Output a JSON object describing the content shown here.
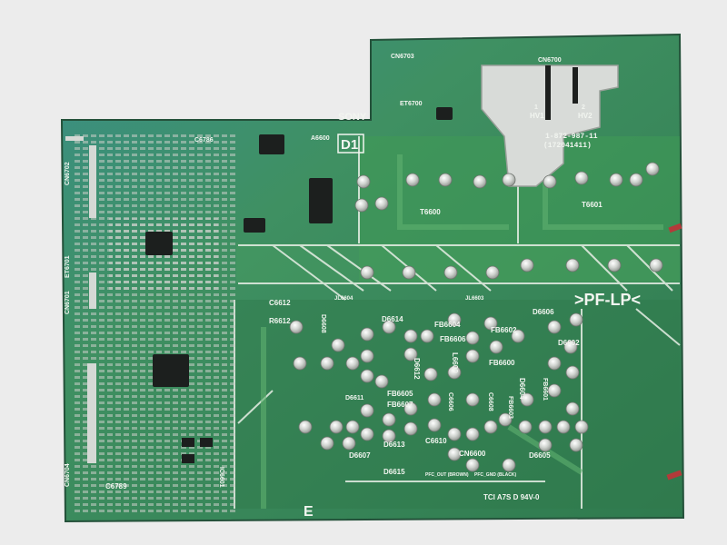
{
  "board": {
    "brand": "SONY",
    "logo": "D1",
    "part_number": "1-872-987-11",
    "part_code": "(172041411)",
    "pf_label": ">PF-LP<",
    "footer_mark": "TCI A7S D 94V-0",
    "side_letter": "E",
    "connector_labels": [
      "CN6700",
      "CN6703",
      "CN6701",
      "CN6704",
      "CN6600",
      "CN6702"
    ],
    "transformer_labels": [
      "T6600",
      "T6601"
    ],
    "hv_labels": [
      "HV1",
      "HV2"
    ],
    "hv_numbers": [
      "1",
      "2"
    ],
    "component_labels": {
      "a6600": "A6600",
      "c6612": "C6612",
      "r6612": "R6612",
      "d6614": "D6614",
      "fb6604": "FB6604",
      "fb6606": "FB6606",
      "fb6602": "FB6602",
      "d6606": "D6606",
      "fb6600": "FB6600",
      "d6604": "D6604",
      "d6612": "D6612",
      "l6600": "L6600",
      "fb6605": "FB6605",
      "fb6607": "FB6607",
      "d6613": "D6613",
      "d6615": "D6615",
      "d6607": "D6607",
      "c6610": "C6610",
      "d6605": "D6605",
      "c6789": "C6789",
      "c6786": "C6786",
      "ic6601": "IC6601",
      "d6608": "D6608",
      "jl6603": "JL6603",
      "jl6604": "JL6604",
      "et6700": "ET6700",
      "et6701": "ET6701",
      "d6602": "D6602",
      "fb6603": "FB6603",
      "fb6601": "FB6601",
      "d6611": "D6611",
      "c6606": "C6606",
      "c6608": "C6608"
    },
    "connector_notes": {
      "pfc_out": "PFC_OUT (BROWN)",
      "pfc_gnd": "PFC_GND (BLACK)"
    },
    "colors": {
      "board_green": "#3f8f5c",
      "board_dark": "#2f7450",
      "board_teal": "#3e8e8a",
      "silkscreen": "#f2f5f0",
      "pad_silver": "#cfd3cf",
      "ic_black": "#1c1f1e",
      "background": "#ececec"
    }
  }
}
